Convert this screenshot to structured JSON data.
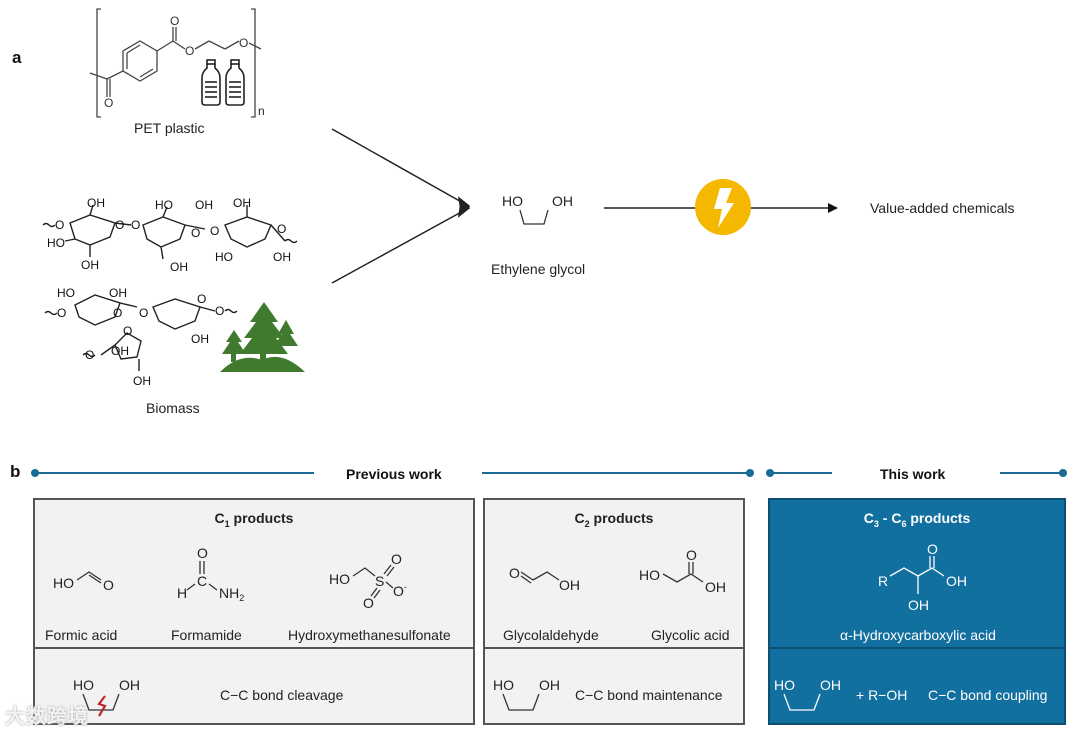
{
  "panel_a": {
    "label": "a",
    "pet": {
      "caption": "PET plastic",
      "repeat_subscript": "n",
      "icon": "plastic-bottles-icon"
    },
    "biomass": {
      "caption": "Biomass",
      "icon": "forest-trees-icon"
    },
    "ethylene_glycol": {
      "caption": "Ethylene glycol",
      "ho": "HO",
      "oh": "OH"
    },
    "electro_icon": "lightning-bolt-icon",
    "product": "Value-added chemicals",
    "colors": {
      "bolt_circle": "#f5b800",
      "trees": "#3f7a2e"
    }
  },
  "panel_b": {
    "label": "b",
    "previous_work": "Previous work",
    "this_work": "This work",
    "colors": {
      "timeline": "#1a6b93",
      "this_work_box": "#1270a0",
      "previous_box": "#f2f2f2"
    },
    "c1": {
      "title_prefix": "C",
      "title_sub": "1",
      "title_suffix": " products",
      "compounds": [
        "Formic acid",
        "Formamide",
        "Hydroxymethanesulfonate"
      ],
      "bottom": "C−C bond cleavage"
    },
    "c2": {
      "title_prefix": "C",
      "title_sub": "2",
      "title_suffix": " products",
      "compounds": [
        "Glycolaldehyde",
        "Glycolic acid"
      ],
      "bottom": "C−C bond maintenance"
    },
    "c3": {
      "title_a": "C",
      "title_sub_a": "3",
      "title_mid": " - C",
      "title_sub_b": "6",
      "title_suffix": " products",
      "compounds": [
        "α-Hydroxycarboxylic acid"
      ],
      "bottom_reagent": "+ R−OH",
      "bottom": "C−C bond coupling"
    }
  },
  "watermark": "大数跨境"
}
